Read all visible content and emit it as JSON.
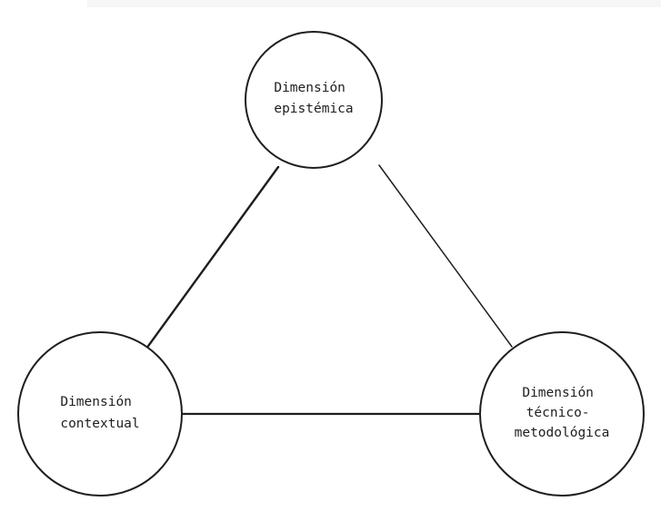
{
  "diagram": {
    "nodes": [
      {
        "id": "epistemica",
        "lines": [
          "Dimensión",
          "epistémica"
        ]
      },
      {
        "id": "contextual",
        "lines": [
          "Dimensión",
          "contextual"
        ]
      },
      {
        "id": "tecnico",
        "lines": [
          "Dimensión",
          "técnico-",
          "metodológica"
        ]
      }
    ],
    "edges": [
      {
        "from": "epistemica",
        "to": "contextual"
      },
      {
        "from": "epistemica",
        "to": "tecnico"
      },
      {
        "from": "contextual",
        "to": "tecnico"
      }
    ],
    "colors": {
      "stroke": "#1e1e1e",
      "background": "#ffffff"
    }
  }
}
